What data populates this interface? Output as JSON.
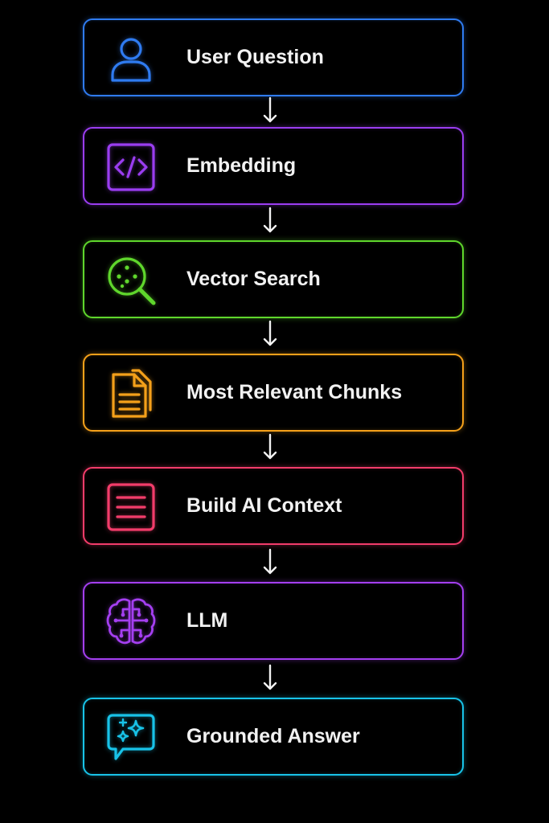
{
  "steps": [
    {
      "label": "User Question",
      "icon": "user-icon",
      "color": "#2f7bf0"
    },
    {
      "label": "Embedding",
      "icon": "code-icon",
      "color": "#9a3df0"
    },
    {
      "label": "Vector Search",
      "icon": "search-clusters-icon",
      "color": "#5fd62c"
    },
    {
      "label": "Most Relevant Chunks",
      "icon": "documents-icon",
      "color": "#f4a01a"
    },
    {
      "label": "Build AI Context",
      "icon": "list-icon",
      "color": "#f23c6a"
    },
    {
      "label": "LLM",
      "icon": "brain-icon",
      "color": "#a43ff0"
    },
    {
      "label": "Grounded Answer",
      "icon": "chat-sparkle-icon",
      "color": "#18c3e8"
    }
  ],
  "arrow_color": "#f2f2f2"
}
